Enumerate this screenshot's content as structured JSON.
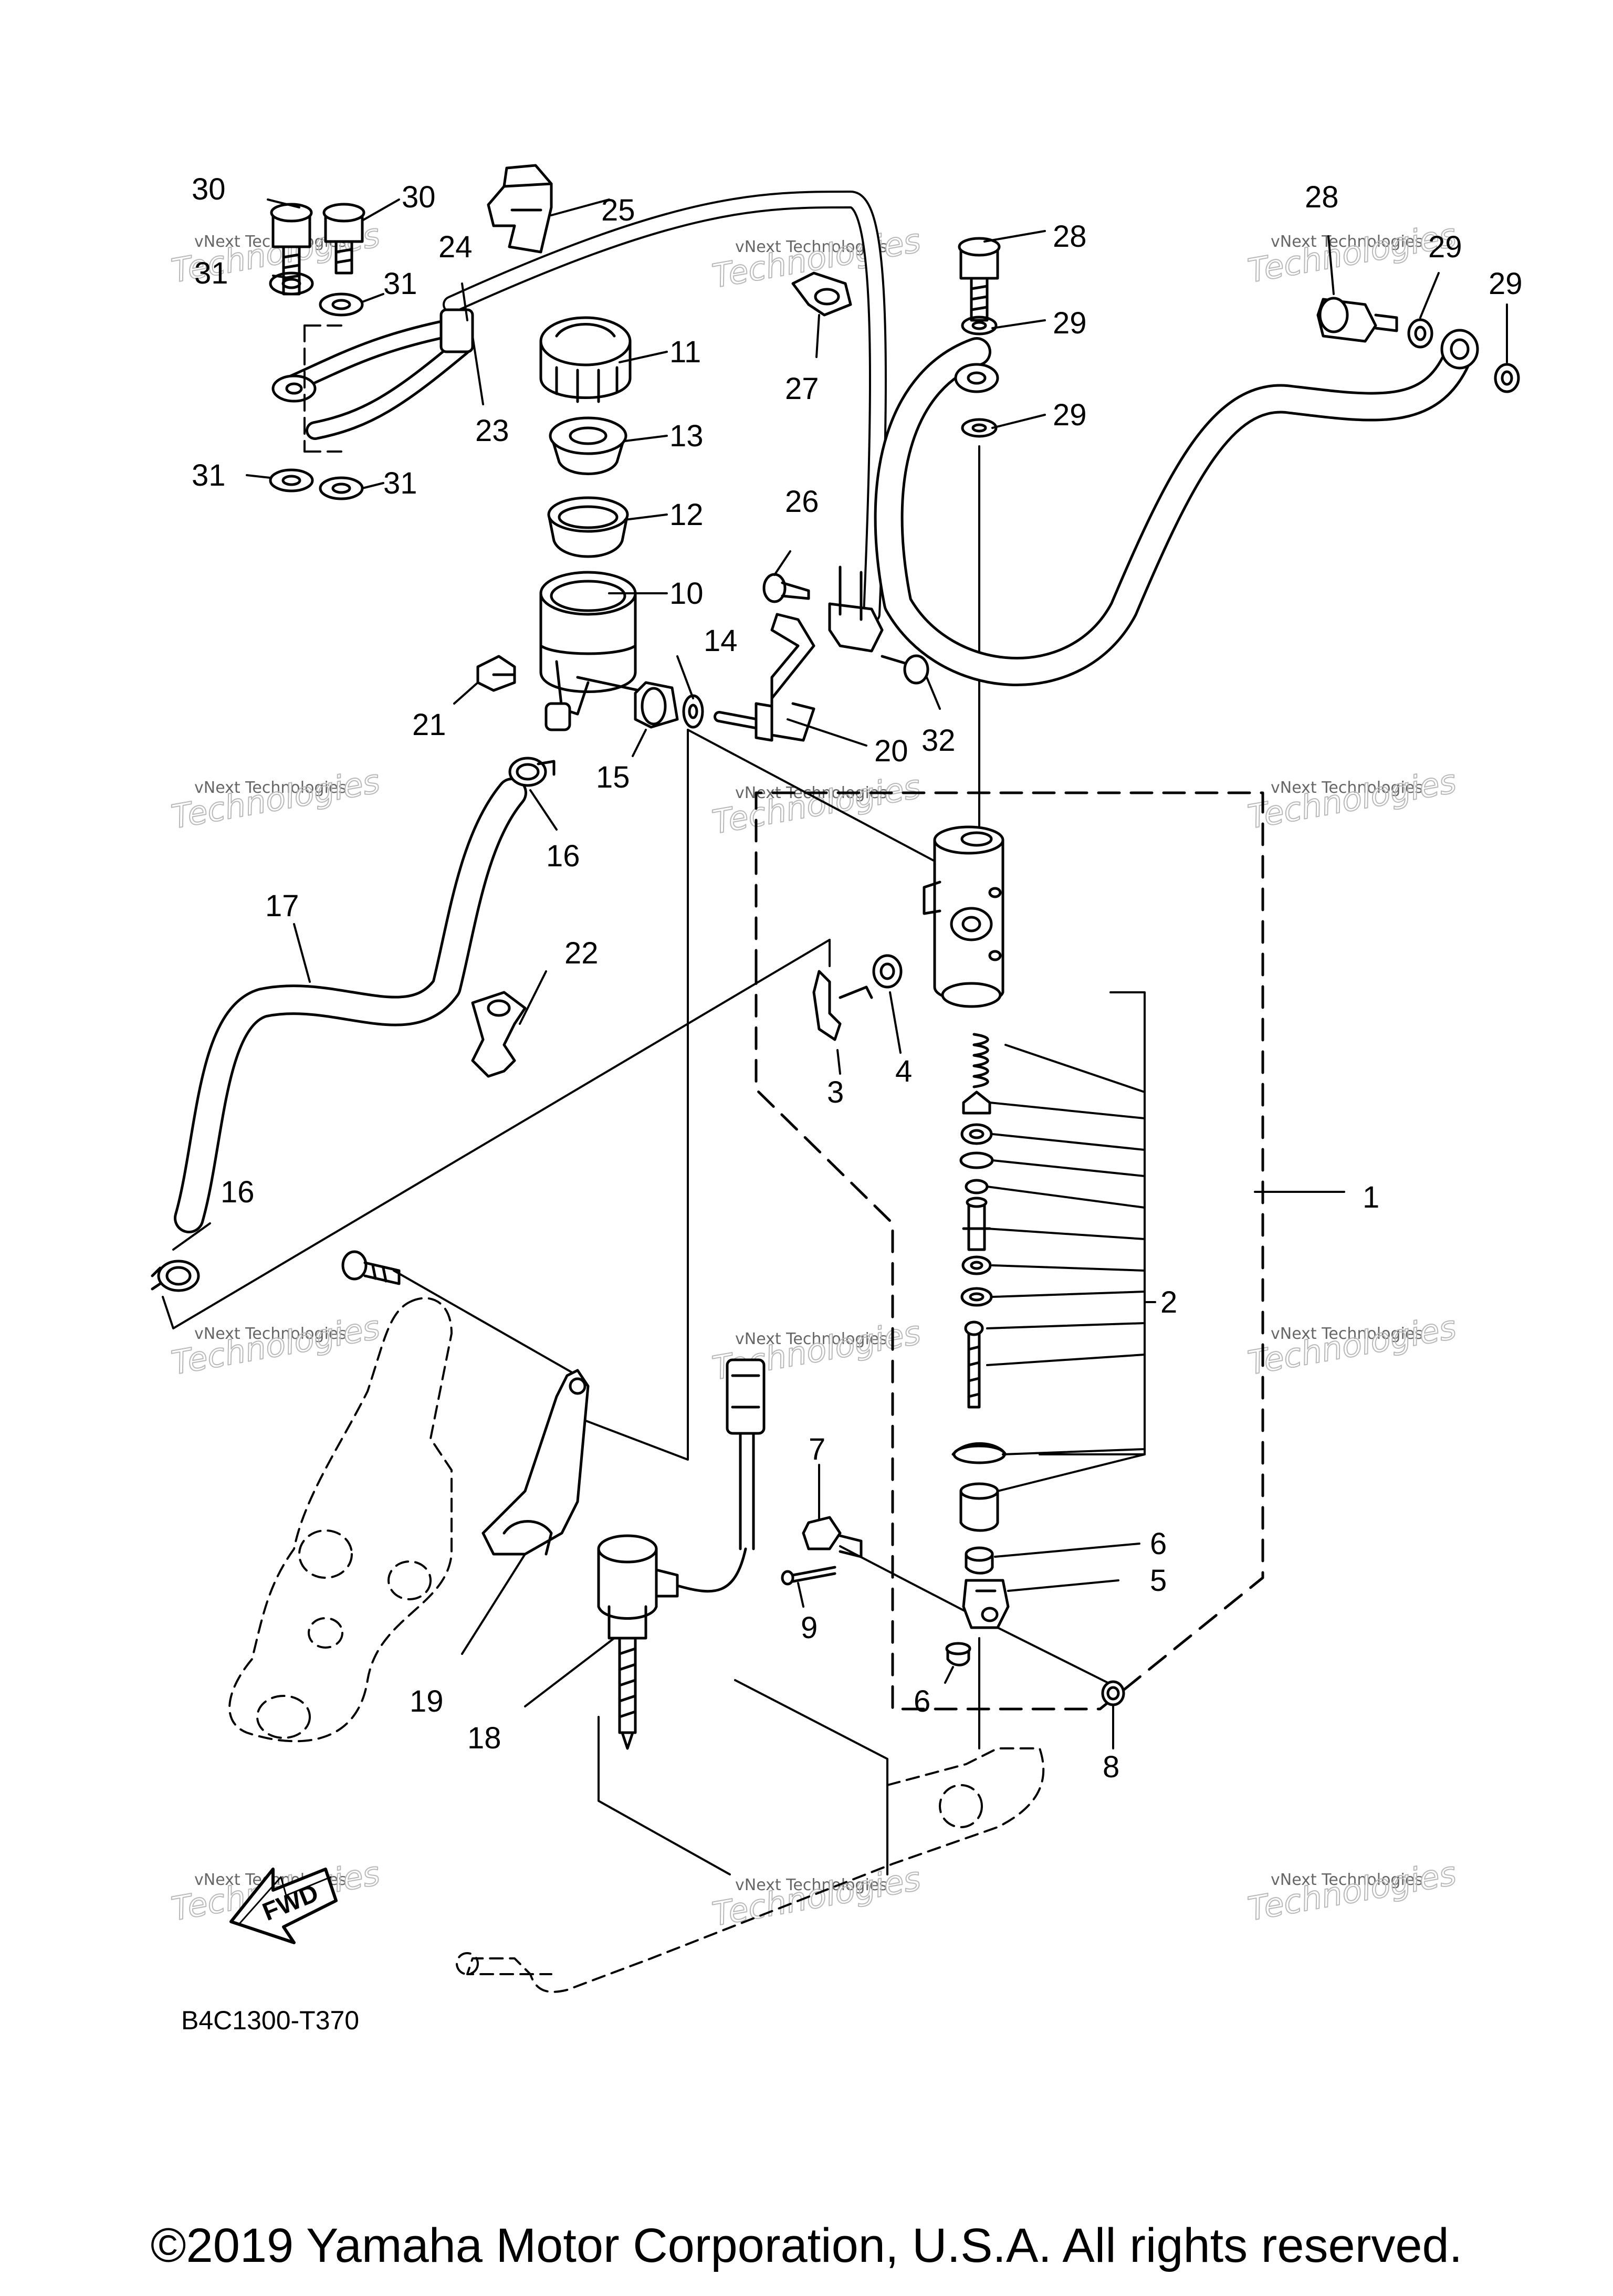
{
  "diagram": {
    "code": "B4C1300-T370",
    "fwd_label": "FWD",
    "watermark": {
      "line1": "vNext Technologies",
      "line2": "Technologies"
    },
    "labels": [
      "1",
      "2",
      "3",
      "4",
      "5",
      "6",
      "6",
      "7",
      "8",
      "9",
      "10",
      "11",
      "12",
      "13",
      "14",
      "15",
      "16",
      "16",
      "17",
      "18",
      "19",
      "20",
      "21",
      "22",
      "23",
      "24",
      "25",
      "26",
      "27",
      "28",
      "28",
      "29",
      "29",
      "29",
      "29",
      "30",
      "30",
      "31",
      "31",
      "31",
      "31",
      "32"
    ]
  },
  "copyright": "©2019 Yamaha Motor Corporation, U.S.A. All rights reserved."
}
